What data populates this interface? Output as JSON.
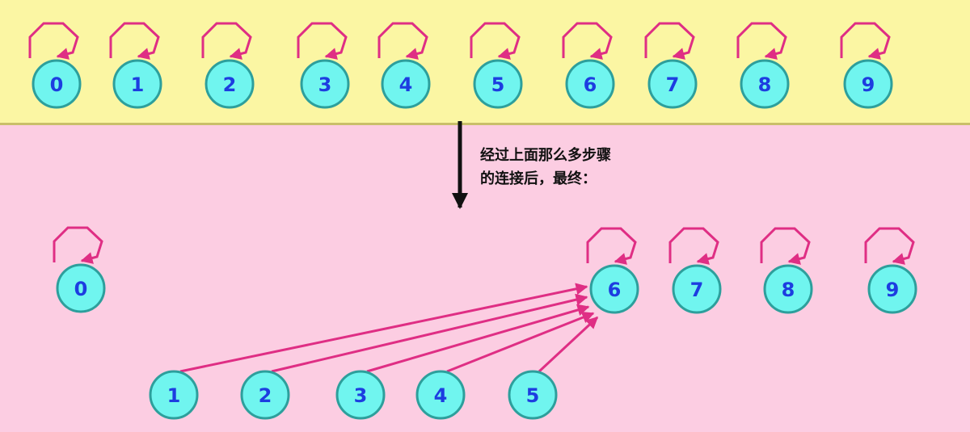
{
  "caption": {
    "line1": "经过上面那么多步骤",
    "line2": "的连接后，最终："
  },
  "colors": {
    "top_band": "#fbf6a3",
    "bottom_band": "#fccde2",
    "node_fill": "#70f5ef",
    "node_stroke": "#2d9f9c",
    "node_text": "#1d3de0",
    "loop_color": "#df2e84",
    "arrow_color": "#111111"
  },
  "before": {
    "nodes": [
      "0",
      "1",
      "2",
      "3",
      "4",
      "5",
      "6",
      "7",
      "8",
      "9"
    ],
    "self_loops": [
      "0",
      "1",
      "2",
      "3",
      "4",
      "5",
      "6",
      "7",
      "8",
      "9"
    ]
  },
  "after": {
    "roots": [
      "0",
      "6",
      "7",
      "8",
      "9"
    ],
    "children": [
      "1",
      "2",
      "3",
      "4",
      "5"
    ],
    "links": [
      {
        "from": "1",
        "to": "6"
      },
      {
        "from": "2",
        "to": "6"
      },
      {
        "from": "3",
        "to": "6"
      },
      {
        "from": "4",
        "to": "6"
      },
      {
        "from": "5",
        "to": "6"
      }
    ]
  }
}
